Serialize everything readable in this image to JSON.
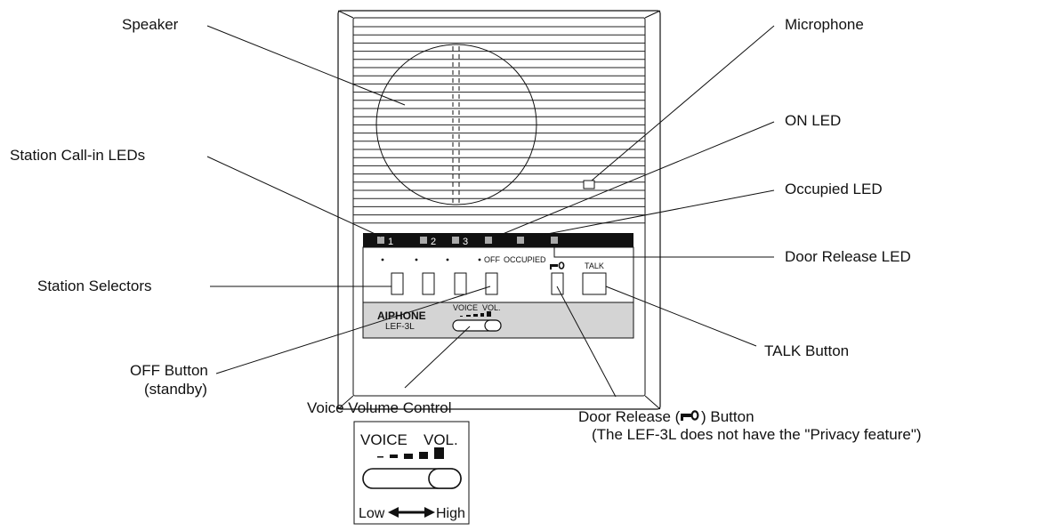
{
  "labels": {
    "speaker": "Speaker",
    "microphone": "Microphone",
    "on_led": "ON LED",
    "station_call_in_leds": "Station Call-in LEDs",
    "occupied_led": "Occupied LED",
    "door_release_led": "Door Release LED",
    "station_selectors": "Station Selectors",
    "talk_button": "TALK Button",
    "off_button": "OFF Button",
    "off_button_sub": "(standby)",
    "voice_volume_control": "Voice Volume Control",
    "door_release_button_pre": "Door Release (",
    "door_release_button_post": ") Button",
    "privacy_note": "(The LEF-3L does not have the \"Privacy feature\")"
  },
  "device": {
    "led_numbers": [
      "1",
      "2",
      "3"
    ],
    "off_label": "OFF",
    "occupied_label": "OCCUPIED",
    "talk_label": "TALK",
    "brand": "AIPHONE",
    "model": "LEF-3L",
    "voice_label": "VOICE",
    "vol_label": "VOL."
  },
  "inset": {
    "voice_label": "VOICE",
    "vol_label": "VOL.",
    "low": "Low",
    "high": "High"
  }
}
